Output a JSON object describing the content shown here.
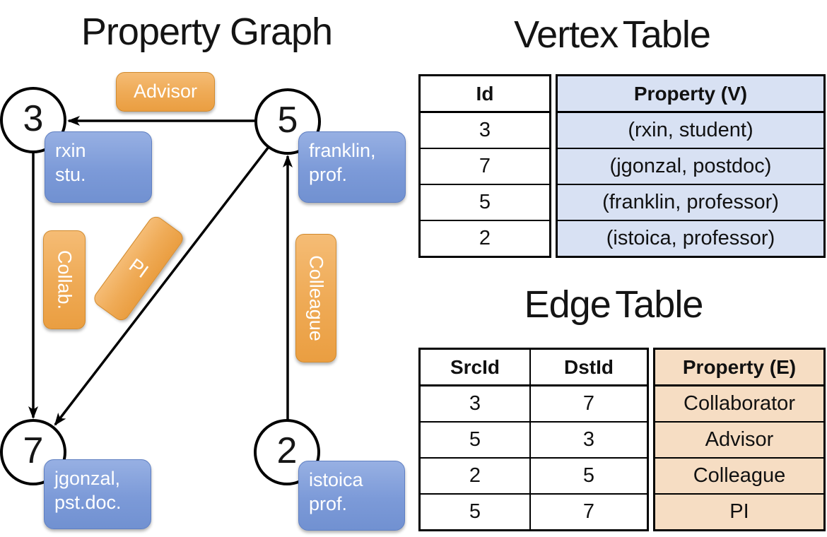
{
  "graph_panel": {
    "title": "Property Graph",
    "nodes": [
      {
        "id": "3"
      },
      {
        "id": "5"
      },
      {
        "id": "7"
      },
      {
        "id": "2"
      }
    ],
    "vertex_labels": [
      {
        "line1": "rxin",
        "line2": "stu."
      },
      {
        "line1": "franklin,",
        "line2": "prof."
      },
      {
        "line1": "jgonzal,",
        "line2": "pst.doc."
      },
      {
        "line1": "istoica",
        "line2": "prof."
      }
    ],
    "edge_labels": [
      {
        "label": "Advisor"
      },
      {
        "label": "Collab."
      },
      {
        "label": "PI"
      },
      {
        "label": "Colleague"
      }
    ],
    "edges": [
      {
        "from": "5",
        "to": "3",
        "label": "Advisor"
      },
      {
        "from": "3",
        "to": "7",
        "label": "Collab."
      },
      {
        "from": "5",
        "to": "7",
        "label": "PI"
      },
      {
        "from": "2",
        "to": "5",
        "label": "Colleague"
      }
    ]
  },
  "vertex_table": {
    "title": "Vertex Table",
    "headers": [
      "Id",
      "Property (V)"
    ],
    "rows": [
      [
        "3",
        "(rxin, student)"
      ],
      [
        "7",
        "(jgonzal, postdoc)"
      ],
      [
        "5",
        "(franklin, professor)"
      ],
      [
        "2",
        "(istoica, professor)"
      ]
    ]
  },
  "edge_table": {
    "title": "Edge Table",
    "headers": [
      "SrcId",
      "DstId",
      "Property (E)"
    ],
    "rows": [
      [
        "3",
        "7",
        "Collaborator"
      ],
      [
        "5",
        "3",
        "Advisor"
      ],
      [
        "2",
        "5",
        "Colleague"
      ],
      [
        "5",
        "7",
        "PI"
      ]
    ]
  },
  "colors": {
    "edge_label_orange": "#EFA854",
    "vertex_label_blue": "#7C9AD8",
    "vertex_property_fill": "#D8E1F3",
    "edge_property_fill": "#F6DDC3",
    "line_black": "#000000",
    "background": "#FFFFFF"
  }
}
